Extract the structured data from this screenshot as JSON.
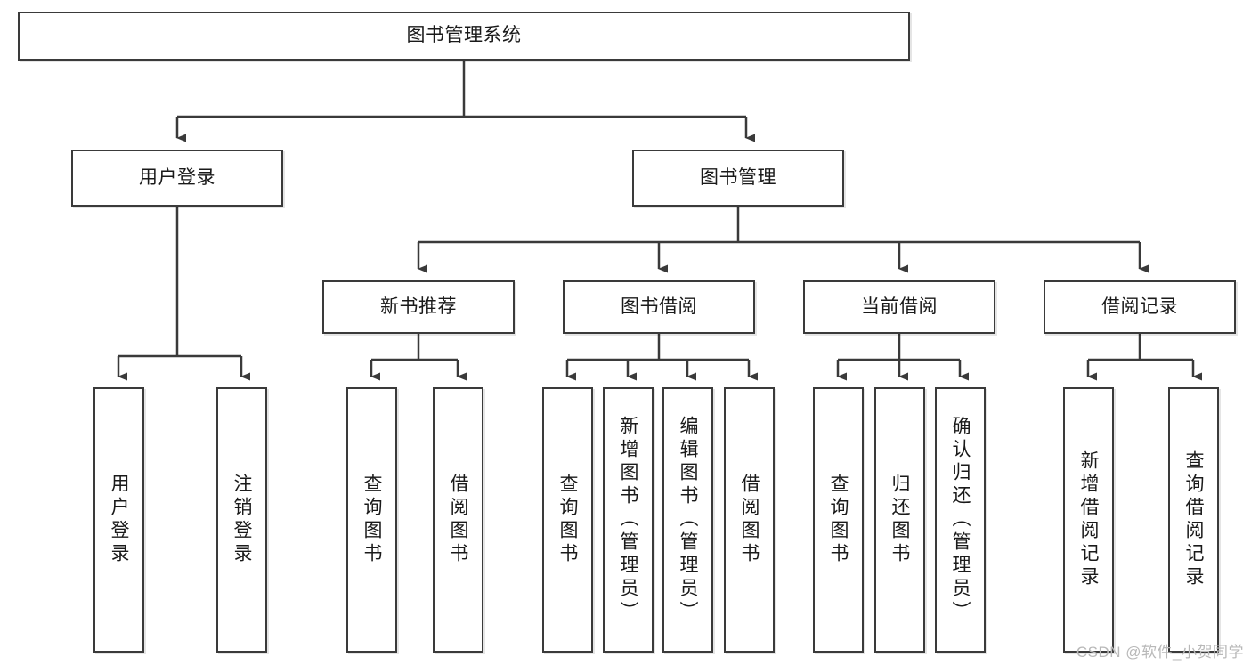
{
  "diagram": {
    "type": "tree",
    "title": "图书管理系统",
    "watermark": "CSDN @软件_小贺同学",
    "colors": {
      "stroke": "#3a3a3a",
      "fill": "#ffffff",
      "text": "#1a1a1a",
      "watermark": "#b8b8b8"
    },
    "root": {
      "label": "图书管理系统"
    },
    "level2": [
      {
        "label": "用户登录"
      },
      {
        "label": "图书管理"
      }
    ],
    "level3": [
      {
        "label": "新书推荐"
      },
      {
        "label": "图书借阅"
      },
      {
        "label": "当前借阅"
      },
      {
        "label": "借阅记录"
      }
    ],
    "leaves": {
      "user_login": [
        {
          "label": "用户登录"
        },
        {
          "label": "注销登录"
        }
      ],
      "new_book": [
        {
          "label": "查询图书"
        },
        {
          "label": "借阅图书"
        }
      ],
      "book_borrow": [
        {
          "label": "查询图书"
        },
        {
          "label": "新增图书（管理员）"
        },
        {
          "label": "编辑图书（管理员）"
        },
        {
          "label": "借阅图书"
        }
      ],
      "current_borrow": [
        {
          "label": "查询图书"
        },
        {
          "label": "归还图书"
        },
        {
          "label": "确认归还（管理员）"
        }
      ],
      "borrow_record": [
        {
          "label": "新增借阅记录"
        },
        {
          "label": "查询借阅记录"
        }
      ]
    }
  }
}
